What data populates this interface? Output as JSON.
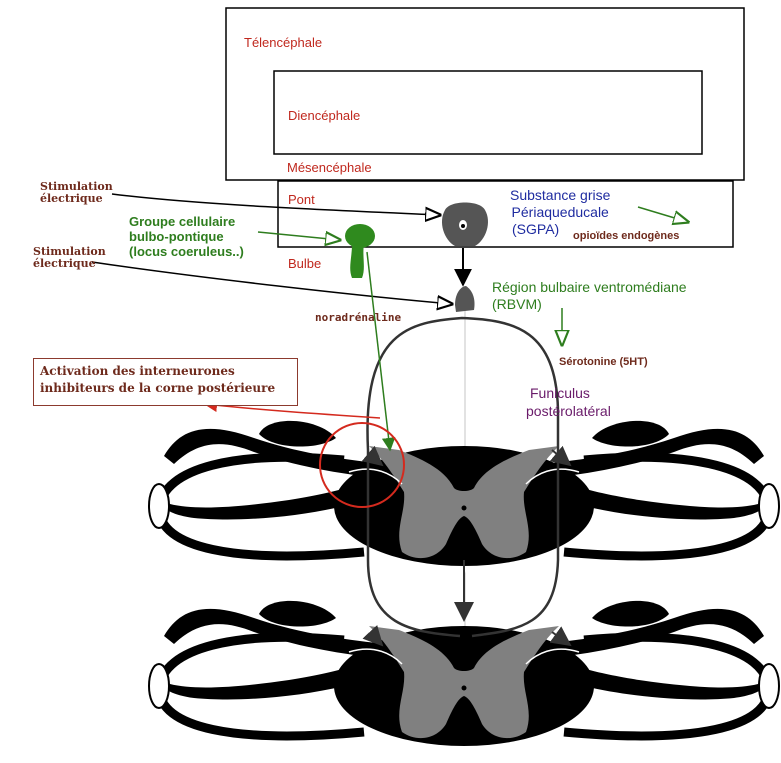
{
  "regions": {
    "telencephale": "Télencéphale",
    "diencephale": "Diencéphale",
    "mesencephale": "Mésencéphale",
    "pont": "Pont",
    "bulbe": "Bulbe"
  },
  "labels": {
    "stim1_line1": "Stimulation",
    "stim1_line2": "électrique",
    "stim2_line1": "Stimulation",
    "stim2_line2": "électrique",
    "groupe_line1": "Groupe cellulaire",
    "groupe_line2": "bulbo-pontique",
    "groupe_line3": "(locus coeruleus..)",
    "sgpa_line1": "Substance grise",
    "sgpa_line2": "Périaqueducale",
    "sgpa_line3": "(SGPA)",
    "opioides": "opioïdes endogènes",
    "rbvm_line1": "Région bulbaire ventromédiane",
    "rbvm_line2": "(RBVM)",
    "noradrenaline": "noradrénaline",
    "serotonine": "Sérotonine (5HT)",
    "funiculus_line1": "Funiculus",
    "funiculus_line2": "postérolatéral",
    "activation_line1": "Activation des interneurones",
    "activation_line2": "inhibiteurs de la corne postérieure"
  },
  "colors": {
    "region_red": "#c0281e",
    "sgpa_blue": "#1f2ca0",
    "green": "#2e7d1e",
    "brown": "#6e2a1c",
    "purple": "#6a1b6a",
    "gray_matter": "#808080",
    "white_matter": "#000000"
  }
}
